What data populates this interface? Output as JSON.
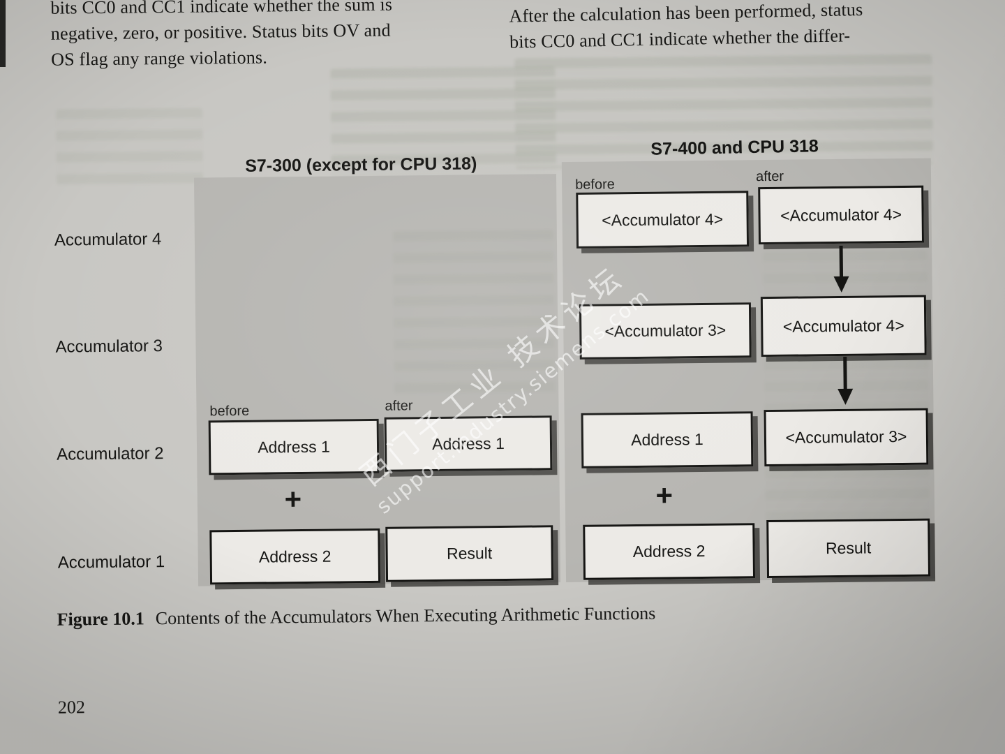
{
  "page": {
    "top_left_lines": [
      "bits CC0 and CC1 indicate whether the sum is",
      "negative, zero, or positive. Status bits OV and",
      "OS flag any range violations."
    ],
    "top_right_lines": [
      "After the calculation has been performed, status",
      "bits CC0 and CC1 indicate whether the differ-"
    ],
    "caption_label": "Figure 10.1",
    "caption_text": "Contents of the Accumulators When Executing Arithmetic Functions",
    "page_number": "202"
  },
  "watermark": {
    "line1": "西门子工业 技术论坛",
    "line2": "support.industry.siemens.com"
  },
  "diagram": {
    "row_labels": [
      "Accumulator 4",
      "Accumulator 3",
      "Accumulator 2",
      "Accumulator 1"
    ],
    "left_panel": {
      "title": "S7-300 (except for CPU 318)",
      "before_label": "before",
      "after_label": "after",
      "plus": "+",
      "before_boxes": [
        "Address 1",
        "Address 2"
      ],
      "after_boxes": [
        "Address 1",
        "Result"
      ]
    },
    "right_panel": {
      "title": "S7-400 and CPU 318",
      "before_label": "before",
      "after_label": "after",
      "plus": "+",
      "before_boxes": [
        "<Accumulator 4>",
        "<Accumulator 3>",
        "Address 1",
        "Address 2"
      ],
      "after_boxes": [
        "<Accumulator 4>",
        "<Accumulator 4>",
        "<Accumulator 3>",
        "Result"
      ]
    }
  }
}
